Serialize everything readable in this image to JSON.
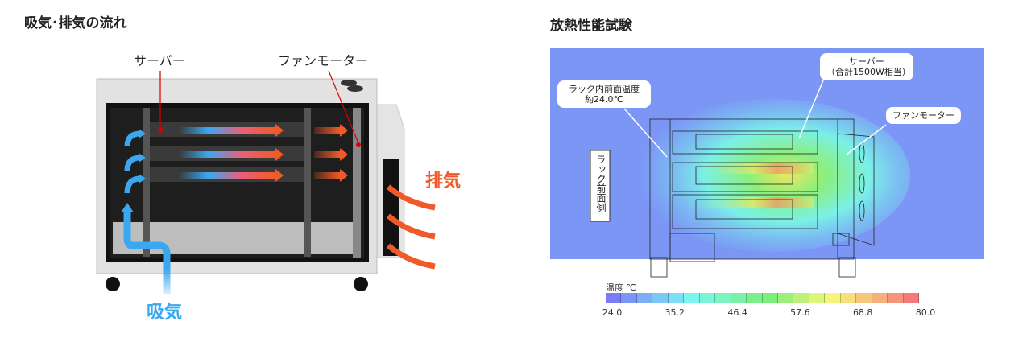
{
  "left_panel": {
    "title": "吸気･排気の流れ",
    "label_server": "サーバー",
    "label_fan": "ファンモーター",
    "label_intake": "吸気",
    "label_exhaust": "排気"
  },
  "right_panel": {
    "title": "放熱性能試験",
    "callout_front_temp_line1": "ラック内前面温度",
    "callout_front_temp_line2": "約24.0℃",
    "callout_server_line1": "サーバー",
    "callout_server_line2": "（合計1500W相当）",
    "callout_fan": "ファンモーター",
    "label_rack_front": "ラック前面側",
    "legend_title": "温度 ℃",
    "legend_ticks": [
      "24.0",
      "35.2",
      "46.4",
      "57.6",
      "68.8",
      "80.0"
    ],
    "legend_range": [
      24.0,
      80.0
    ],
    "legend_colors": [
      "#7b7bf5",
      "#7b96f5",
      "#7baef5",
      "#7bc8f5",
      "#7be0f5",
      "#7bf5f0",
      "#7bf5d8",
      "#7bf5c0",
      "#7bf0a8",
      "#7bef8a",
      "#7bef7b",
      "#9cef7b",
      "#c0f07b",
      "#dcf57b",
      "#f5f57b",
      "#f5e07b",
      "#f5c87b",
      "#f5b07b",
      "#f5967b",
      "#f57b7b"
    ],
    "colors": {
      "background_field": "#7b96f5",
      "intake": "#3aa8f0",
      "exhaust": "#f05a28"
    }
  }
}
